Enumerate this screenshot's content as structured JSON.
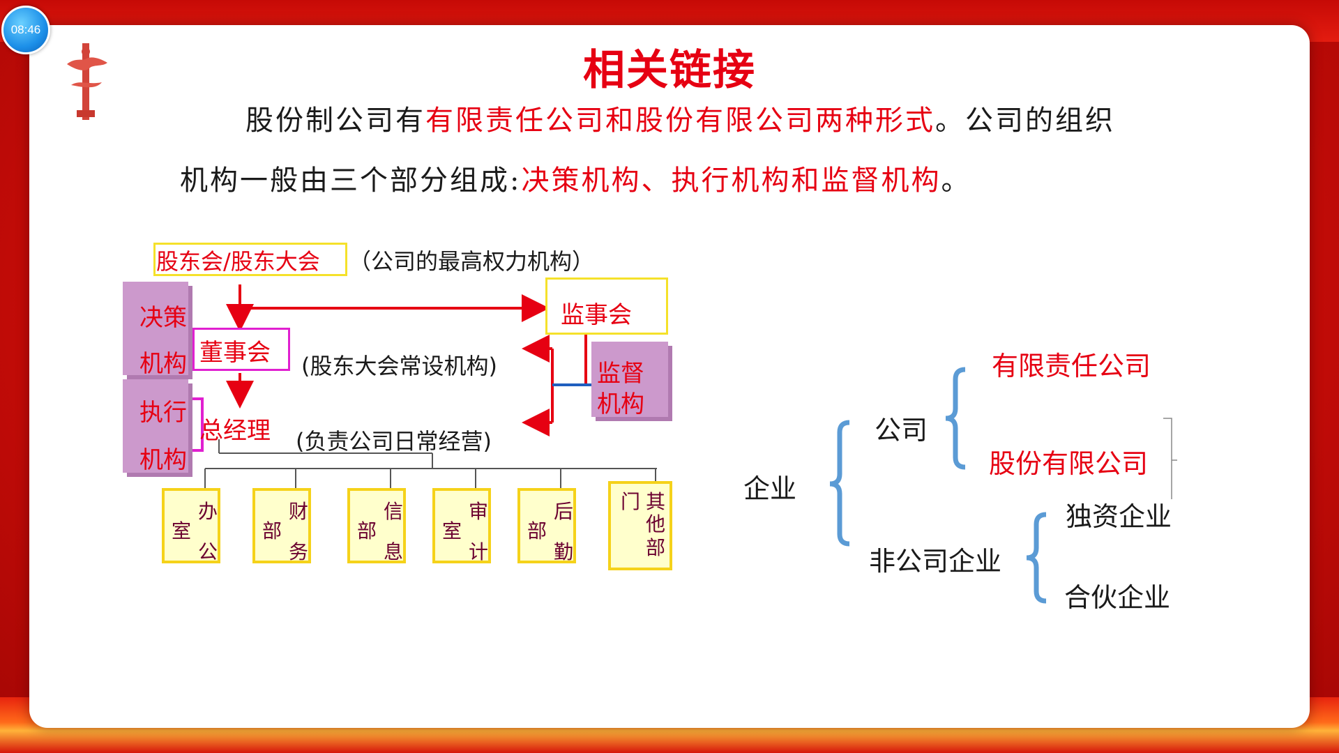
{
  "clock": "08:46",
  "title": "相关链接",
  "paragraph": {
    "line1_a": "股份制公司有",
    "line1_b": "有限责任公司和股份有限公司两种形式",
    "line1_c": "。公司的组织",
    "line2_a": "机构一般由三个部分组成:",
    "line2_b": "决策机构、执行机构和监督机构",
    "line2_c": "。"
  },
  "org_chart": {
    "shareholders": "股东会/股东大会",
    "shareholders_note": "（公司的最高权力机构）",
    "decision_label_1": "决策",
    "decision_label_2": "机构",
    "board": "董事会",
    "board_note": "(股东大会常设机构)",
    "supervisors": "监事会",
    "supervision_label_1": "监督",
    "supervision_label_2": "机构",
    "execution_label_1": "执行",
    "execution_label_2": "机构",
    "manager": "总经理",
    "manager_note": "(负责公司日常经营)",
    "departments": [
      {
        "c1": "办",
        "c2": "室",
        "c3": "公"
      },
      {
        "c1": "财",
        "c2": "部",
        "c3": "务"
      },
      {
        "c1": "信",
        "c2": "部",
        "c3": "息"
      },
      {
        "c1": "审",
        "c2": "室",
        "c3": "计"
      },
      {
        "c1": "后",
        "c2": "部",
        "c3": "勤"
      },
      {
        "c1": "其",
        "c2": "门",
        "c3": "他",
        "c4": "部"
      }
    ]
  },
  "classification": {
    "root": "企业",
    "company": "公司",
    "limited": "有限责任公司",
    "joint_stock": "股份有限公司",
    "non_company": "非公司企业",
    "sole": "独资企业",
    "partnership": "合伙企业"
  },
  "colors": {
    "accent_red": "#e60012",
    "bracket_blue": "#5b9bd5",
    "box_yellow": "#f5e12a",
    "box_magenta": "#e020d0",
    "block_purple": "#cc99cc"
  }
}
